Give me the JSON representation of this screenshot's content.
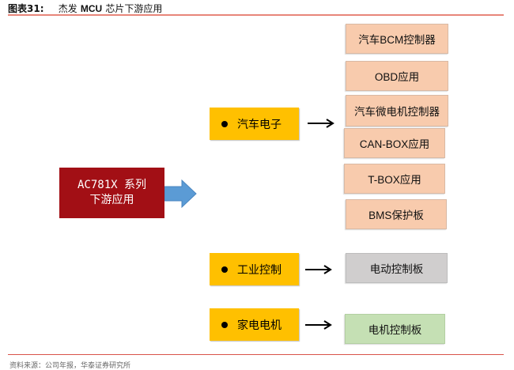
{
  "header": {
    "figure_number": "图表31:",
    "title_prefix": "杰发",
    "title_brand": "MCU",
    "title_suffix": "芯片下游应用"
  },
  "source": "资料来源：公司年报，华泰证券研究所",
  "main_node": {
    "line1": "AC781X 系列",
    "line2": "下游应用",
    "color": "#a20f15"
  },
  "categories": [
    {
      "label": "汽车电子",
      "color": "#ffc000",
      "applications": [
        {
          "label": "汽车BCM控制器"
        },
        {
          "label": "OBD应用"
        },
        {
          "label": "汽车微电机控制器"
        },
        {
          "label": "CAN-BOX应用"
        },
        {
          "label": "T-BOX应用"
        },
        {
          "label": "BMS保护板"
        }
      ],
      "app_color": "#f8cbad"
    },
    {
      "label": "工业控制",
      "color": "#ffc000",
      "applications": [
        {
          "label": "电动控制板"
        }
      ],
      "app_color": "#d0cece"
    },
    {
      "label": "家电电机",
      "color": "#ffc000",
      "applications": [
        {
          "label": "电机控制板"
        }
      ],
      "app_color": "#c5e0b4"
    }
  ],
  "colors": {
    "arrow_fill": "#5b9bd5",
    "rule": "#e8867a"
  }
}
